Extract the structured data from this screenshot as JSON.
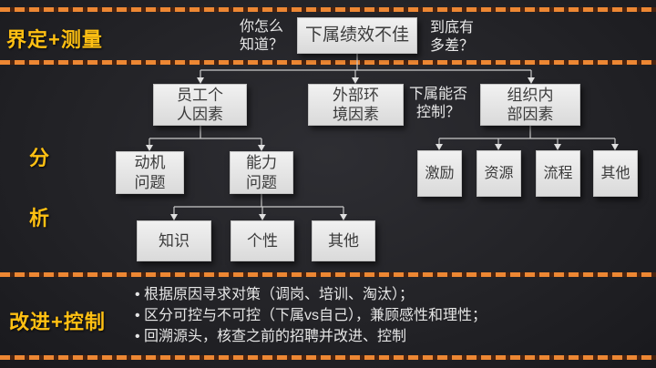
{
  "stages": {
    "define_measure": "界定+测量",
    "analyze_char1": "分",
    "analyze_char2": "析",
    "improve_control": "改进+控制"
  },
  "annotations": {
    "how_do_you_know": "你怎么\n知道？",
    "how_bad": "到底有\n多差？",
    "can_control": "下属能否\n控制？"
  },
  "nodes": {
    "root": "下属绩效不佳",
    "employee_personal": "员工个\n人因素",
    "external_env": "外部环\n境因素",
    "org_internal": "组织内\n部因素",
    "motivation_problem": "动机\n问题",
    "ability_problem": "能力\n问题",
    "knowledge": "知识",
    "personality": "个性",
    "ability_other": "其他",
    "incentive": "激励",
    "resources": "资源",
    "process": "流程",
    "org_other": "其他"
  },
  "bullets": [
    "根据原因寻求对策（调岗、培训、淘汰）；",
    "区分可控与不可控（下属vs自己），兼顾感性和理性；",
    "回溯源头，核查之前的招聘并改进、控制"
  ],
  "colors": {
    "background": "#232327",
    "accent_yellow": "#FFC013",
    "dash_orange": "#ED8733",
    "box_fill": "#E6E6E6",
    "box_text": "#3B3B3B",
    "note_text": "#E8E8E8",
    "connector": "#C9C9C9"
  }
}
